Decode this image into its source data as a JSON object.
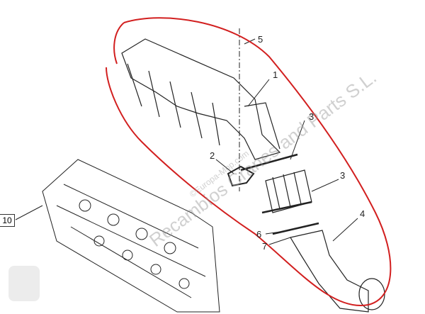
{
  "callouts": [
    "5",
    "1",
    "3",
    "2",
    "3",
    "10",
    "4",
    "6",
    "7"
  ],
  "watermark": {
    "main": "Recambios Cranes and Parts S.L.",
    "sub": "©Europa-Mop.com"
  },
  "colors": {
    "outline": "#d21f1f",
    "ink": "#222222"
  }
}
